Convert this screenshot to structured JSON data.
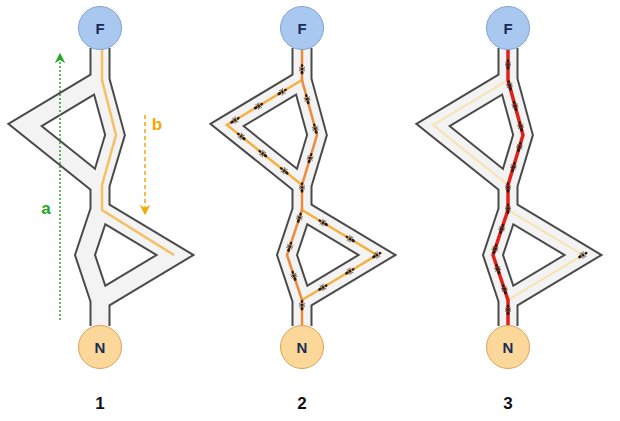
{
  "diagram": {
    "nodes": [
      {
        "text": [
          "F"
        ]
      },
      {
        "text": [
          "F"
        ]
      },
      {
        "text": [
          "F"
        ]
      },
      {
        "text": [
          "N"
        ]
      },
      {
        "text": [
          "N"
        ]
      },
      {
        "text": [
          "N"
        ]
      }
    ],
    "labels": [
      "a",
      "b",
      "1",
      "2",
      "3"
    ]
  }
}
